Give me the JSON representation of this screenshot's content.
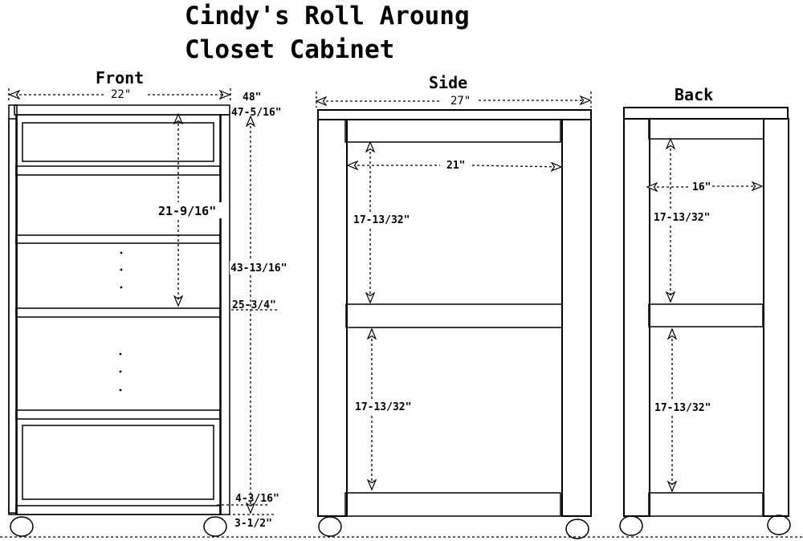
{
  "title": {
    "line1": "Cindy's Roll Aroung",
    "line2": "Closet Cabinet"
  },
  "views": {
    "front": "Front",
    "side": "Side",
    "back": "Back"
  },
  "front_dims": {
    "width": "22\"",
    "total_height": "48\"",
    "top_height": "47-5/16\"",
    "upper_section": "21-9/16\"",
    "side_height": "43-13/16\"",
    "middle_shelf": "25-3/4\"",
    "bottom_shelf": "4-3/16\"",
    "caster_height": "3-1/2\""
  },
  "side_dims": {
    "depth": "27\"",
    "inner_depth": "21\"",
    "upper_gap": "17-13/32\"",
    "lower_gap": "17-13/32\""
  },
  "back_dims": {
    "inner_width": "16\"",
    "upper_gap": "17-13/32\"",
    "lower_gap": "17-13/32\""
  }
}
